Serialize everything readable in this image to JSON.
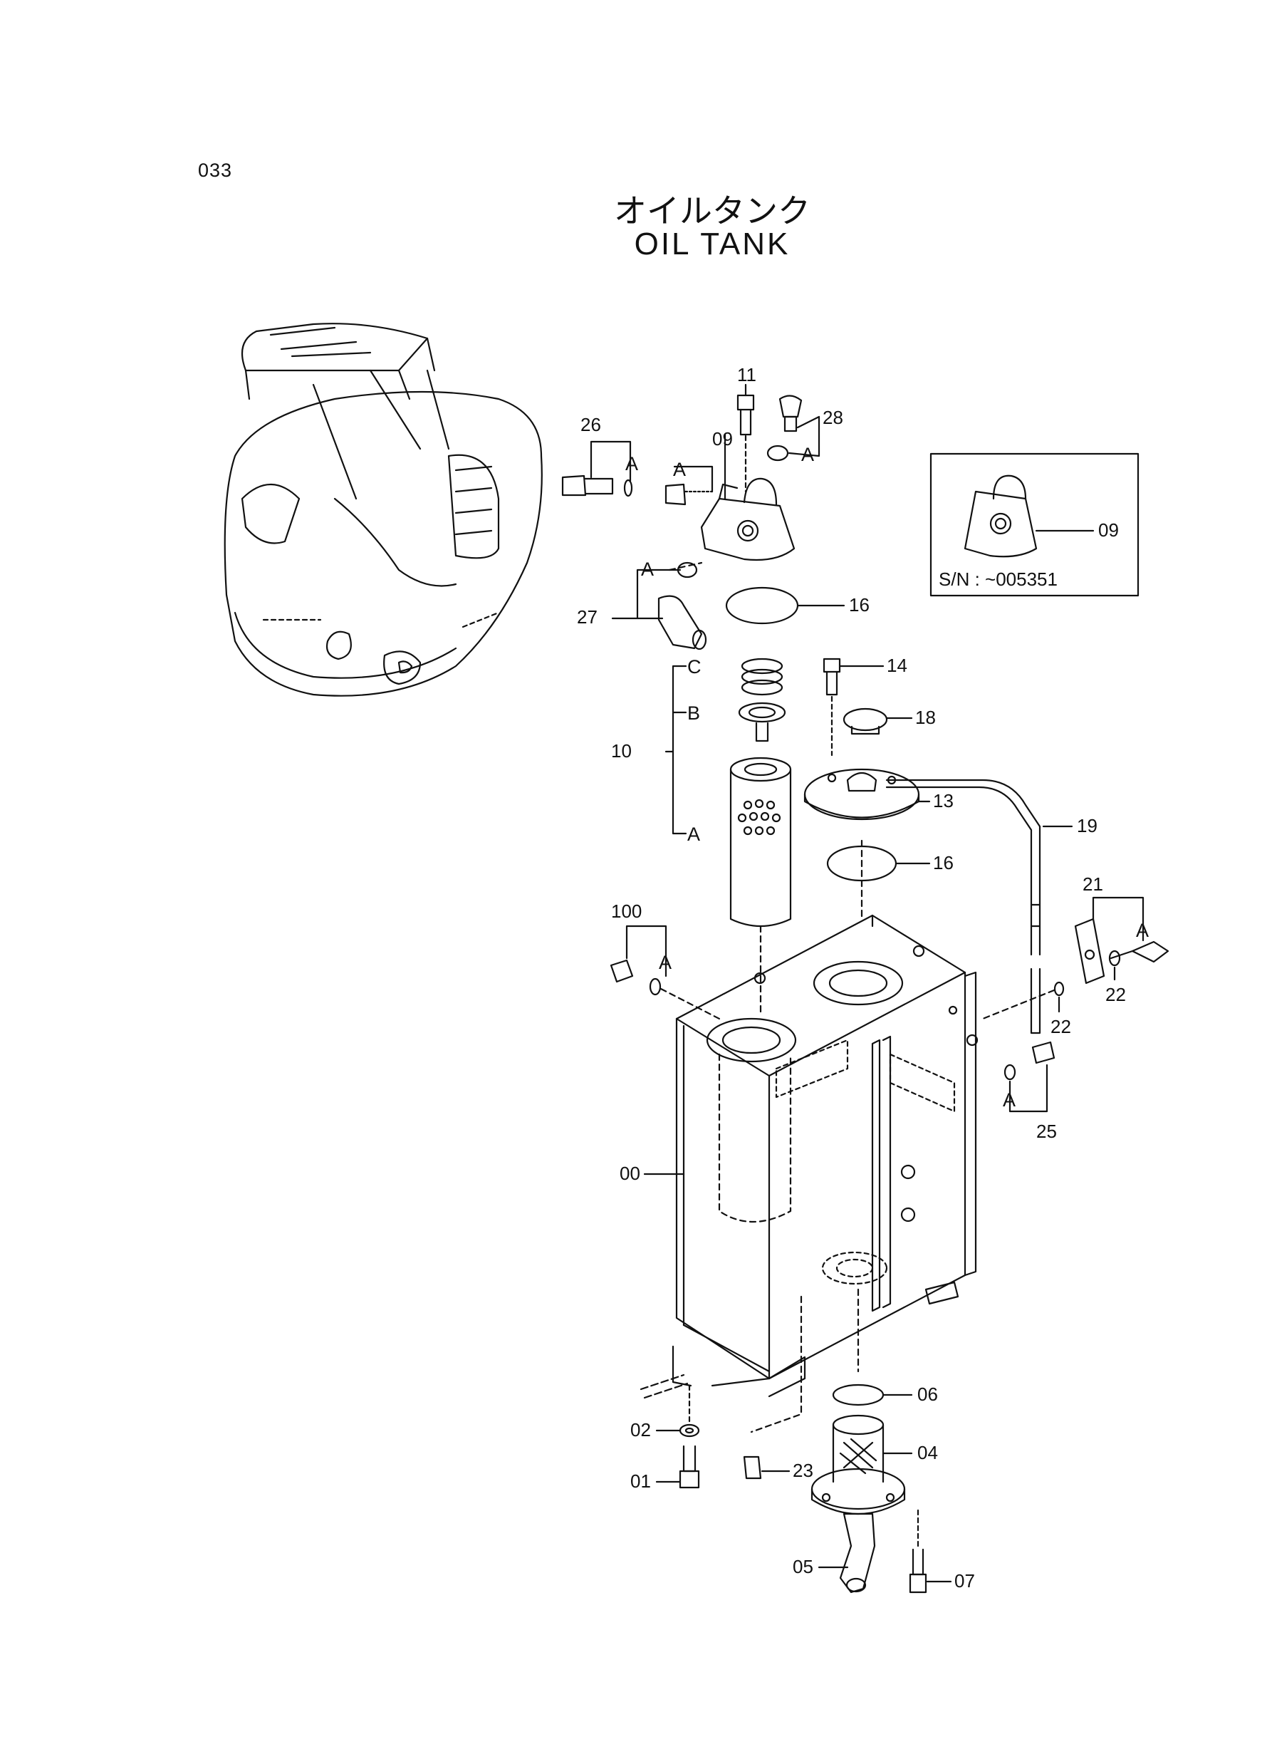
{
  "page_number": "033",
  "title_jp": "オイルタンク",
  "title_en": "OIL  TANK",
  "inset": {
    "serial": "S/N : ~005351",
    "part": "09"
  },
  "callouts": {
    "c11": "11",
    "c26": "26",
    "c28": "28",
    "c09": "09",
    "c27": "27",
    "c16a": "16",
    "c14": "14",
    "c18": "18",
    "c10": "10",
    "c13": "13",
    "c19": "19",
    "c16b": "16",
    "c21": "21",
    "c100": "100",
    "c22a": "22",
    "c22b": "22",
    "c25": "25",
    "c00": "00",
    "c06": "06",
    "c02": "02",
    "c04": "04",
    "c23": "23",
    "c01": "01",
    "c05": "05",
    "c07": "07"
  },
  "letters": {
    "a": "A",
    "b": "B",
    "c": "C"
  }
}
